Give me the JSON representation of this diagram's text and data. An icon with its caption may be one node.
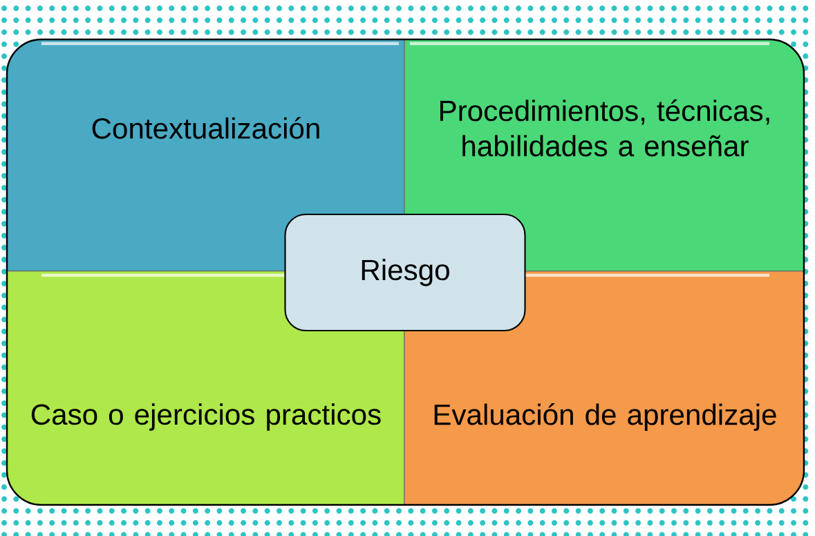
{
  "diagram": {
    "nodes": [
      {
        "text": [
          "Contextualización"
        ]
      },
      {
        "text": [
          "Procedimientos, técnicas, habilidades a enseñar"
        ]
      },
      {
        "text": [
          "Riesgo"
        ]
      },
      {
        "text": [
          "Caso o ejercicios practicos"
        ]
      },
      {
        "text": [
          "Evaluación de aprendizaje"
        ]
      }
    ]
  }
}
